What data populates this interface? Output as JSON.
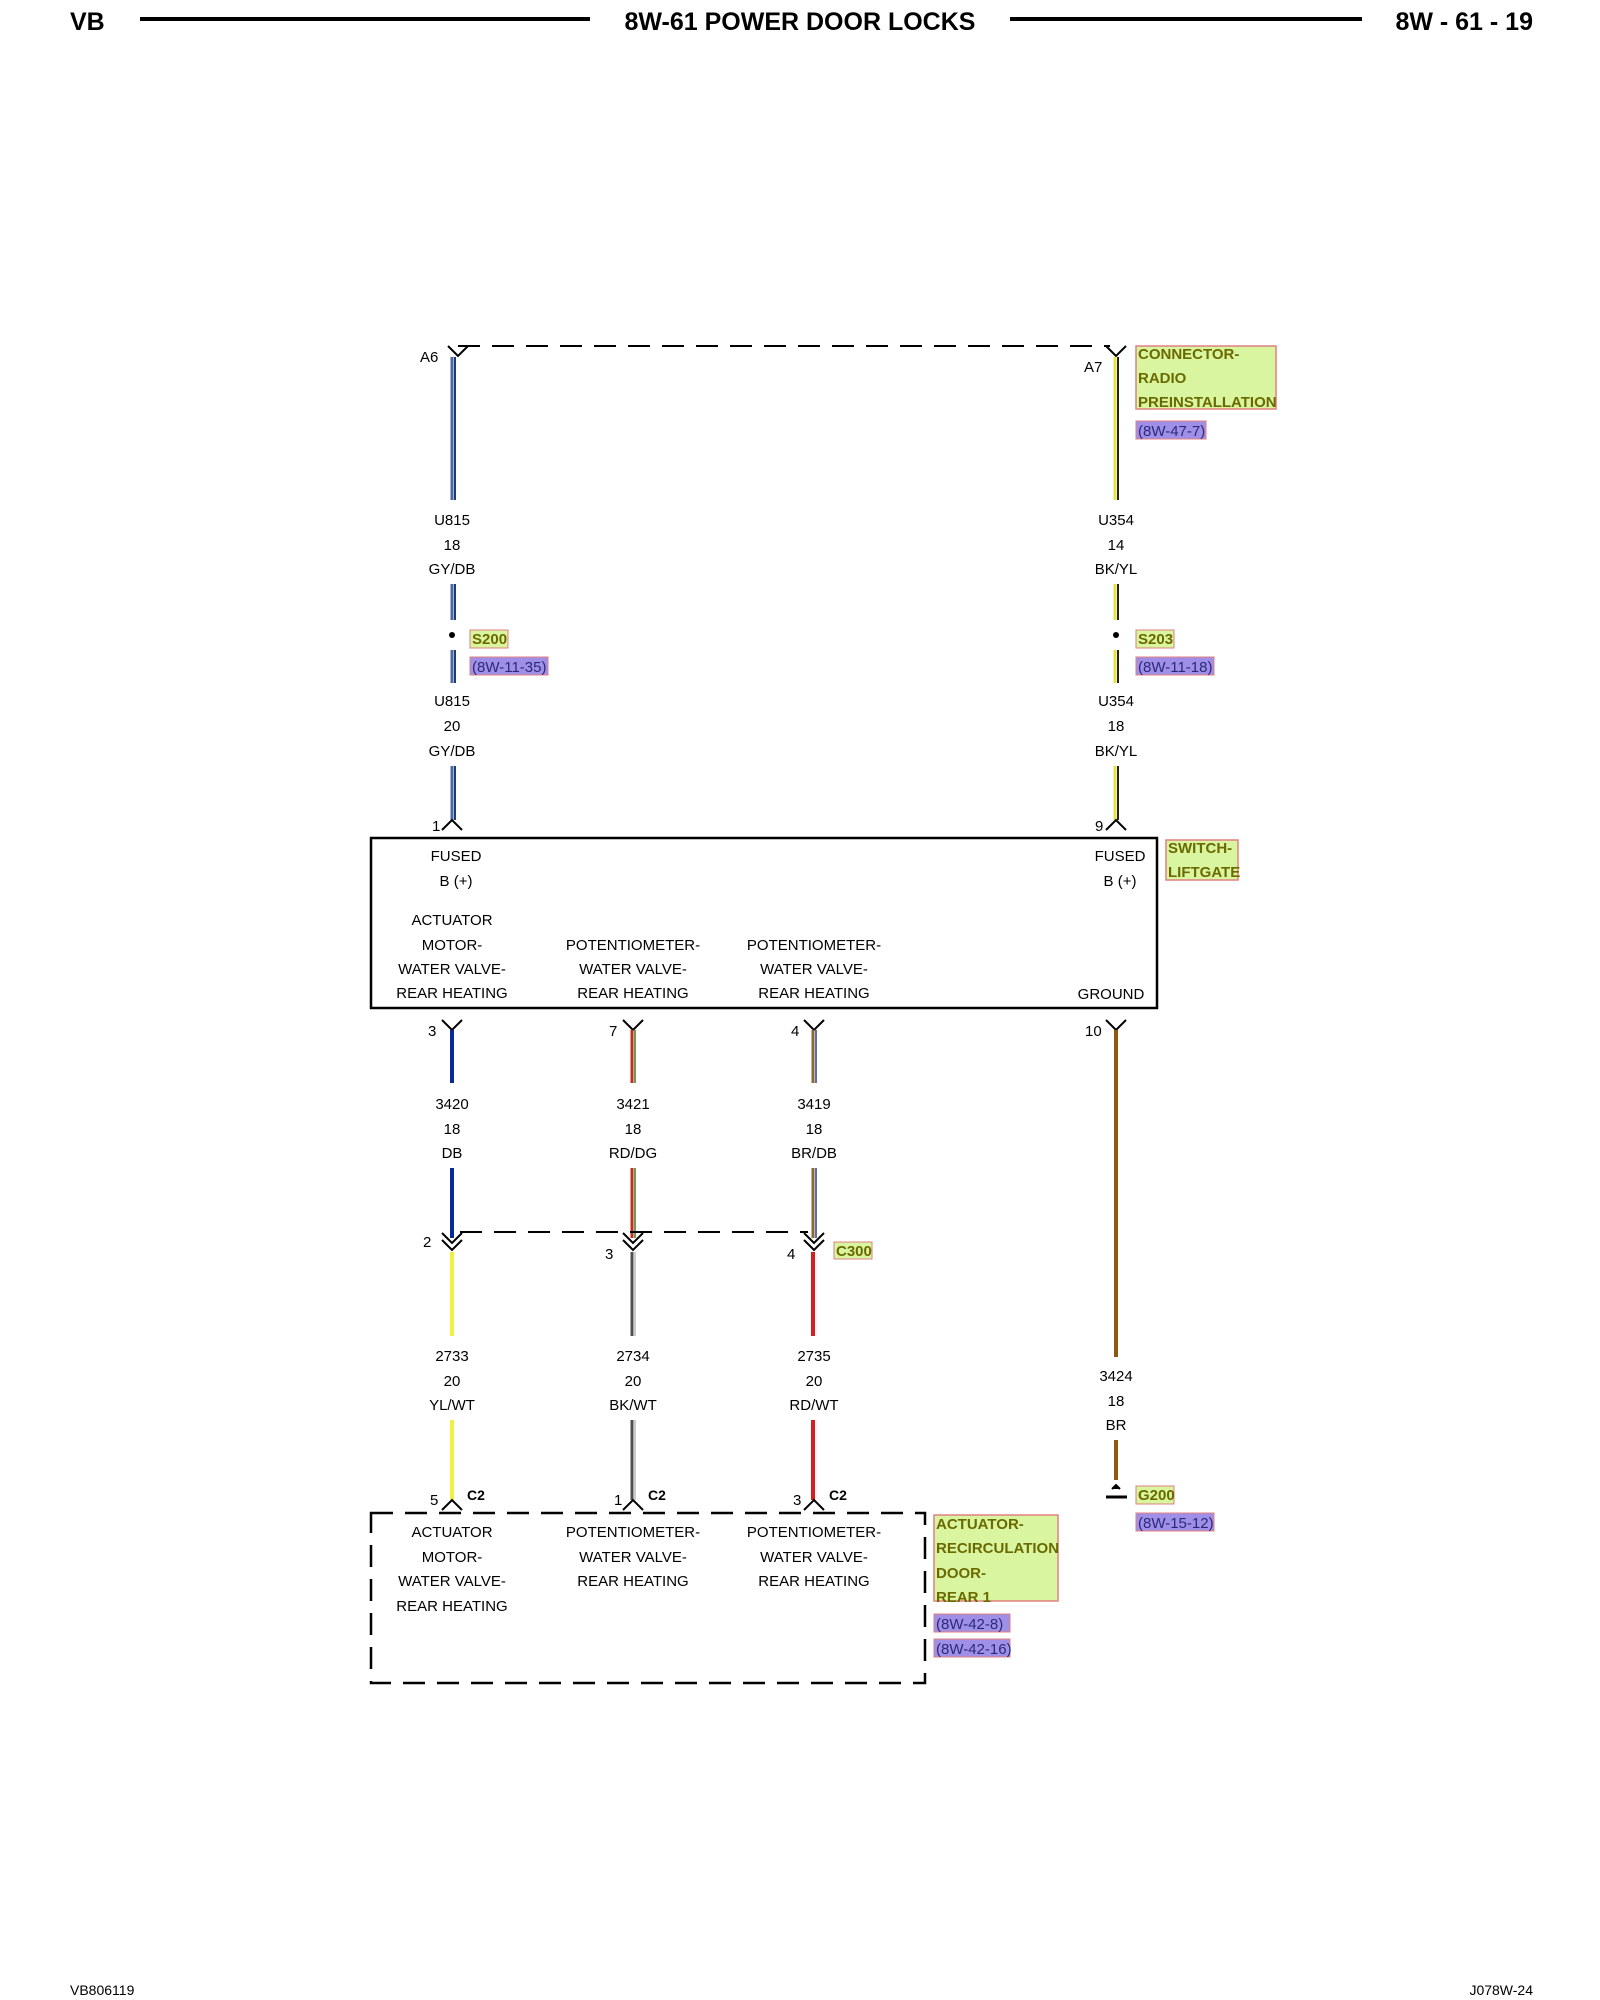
{
  "header": {
    "left": "VB",
    "title": "8W-61 POWER DOOR LOCKS",
    "right": "8W - 61 - 19"
  },
  "footer": {
    "left": "VB806119",
    "right": "J078W-24"
  },
  "colors": {
    "component_label_bg": "#d9f5a0",
    "component_label_border": "#e08080",
    "ref_bg": "#9f8fe6",
    "wire_GY_DB": "#4a6aa0",
    "wire_BK_YL": "#e8e040",
    "wire_DB": "#0a2a9a",
    "wire_RD_DG": "#c03020",
    "wire_BR_DB": "#7a6a40",
    "wire_YL_WT": "#f0f040",
    "wire_BK_WT": "#505050",
    "wire_RD_WT": "#d02020",
    "wire_BR": "#8a5a10"
  },
  "components": {
    "radio_connector": {
      "label": [
        "CONNECTOR-",
        "RADIO",
        "PREINSTALLATION"
      ],
      "ref": "(8W-47-7)"
    },
    "switch_liftgate": {
      "label": [
        "SWITCH-",
        "LIFTGATE"
      ]
    },
    "actuator_recirc": {
      "label": [
        "ACTUATOR-",
        "RECIRCULATION",
        "DOOR-",
        "REAR 1"
      ],
      "refs": [
        "(8W-42-8)",
        "(8W-42-16)"
      ]
    }
  },
  "connectors": {
    "top_left_pin": "A6",
    "top_right_pin": "A7",
    "switch_pins": [
      "1",
      "9",
      "3",
      "7",
      "4",
      "10"
    ],
    "c300": {
      "name": "C300",
      "pins": [
        "2",
        "3",
        "4"
      ]
    },
    "c2": {
      "name": "C2",
      "pins": [
        "5",
        "1",
        "3"
      ]
    }
  },
  "splices": {
    "s200": {
      "name": "S200",
      "ref": "(8W-11-35)"
    },
    "s203": {
      "name": "S203",
      "ref": "(8W-11-18)"
    },
    "g200": {
      "name": "G200",
      "ref": "(8W-15-12)"
    }
  },
  "wires": {
    "u815_a": {
      "circuit": "U815",
      "gauge": "18",
      "color": "GY/DB"
    },
    "u354_a": {
      "circuit": "U354",
      "gauge": "14",
      "color": "BK/YL"
    },
    "u815_b": {
      "circuit": "U815",
      "gauge": "20",
      "color": "GY/DB"
    },
    "u354_b": {
      "circuit": "U354",
      "gauge": "18",
      "color": "BK/YL"
    },
    "w3420": {
      "circuit": "3420",
      "gauge": "18",
      "color": "DB"
    },
    "w3421": {
      "circuit": "3421",
      "gauge": "18",
      "color": "RD/DG"
    },
    "w3419": {
      "circuit": "3419",
      "gauge": "18",
      "color": "BR/DB"
    },
    "w2733": {
      "circuit": "2733",
      "gauge": "20",
      "color": "YL/WT"
    },
    "w2734": {
      "circuit": "2734",
      "gauge": "20",
      "color": "BK/WT"
    },
    "w2735": {
      "circuit": "2735",
      "gauge": "20",
      "color": "RD/WT"
    },
    "w3424": {
      "circuit": "3424",
      "gauge": "18",
      "color": "BR"
    }
  },
  "switch_box": {
    "fused_left": [
      "FUSED",
      "B (+)"
    ],
    "fused_right": [
      "FUSED",
      "B (+)"
    ],
    "col1": [
      "ACTUATOR",
      "MOTOR-",
      "WATER VALVE-",
      "REAR HEATING"
    ],
    "col2": [
      "POTENTIOMETER-",
      "WATER VALVE-",
      "REAR HEATING"
    ],
    "col3": [
      "POTENTIOMETER-",
      "WATER VALVE-",
      "REAR HEATING"
    ],
    "ground": "GROUND"
  },
  "actuator_box": {
    "col1": [
      "ACTUATOR",
      "MOTOR-",
      "WATER VALVE-",
      "REAR HEATING"
    ],
    "col2": [
      "POTENTIOMETER-",
      "WATER VALVE-",
      "REAR HEATING"
    ],
    "col3": [
      "POTENTIOMETER-",
      "WATER VALVE-",
      "REAR HEATING"
    ]
  }
}
